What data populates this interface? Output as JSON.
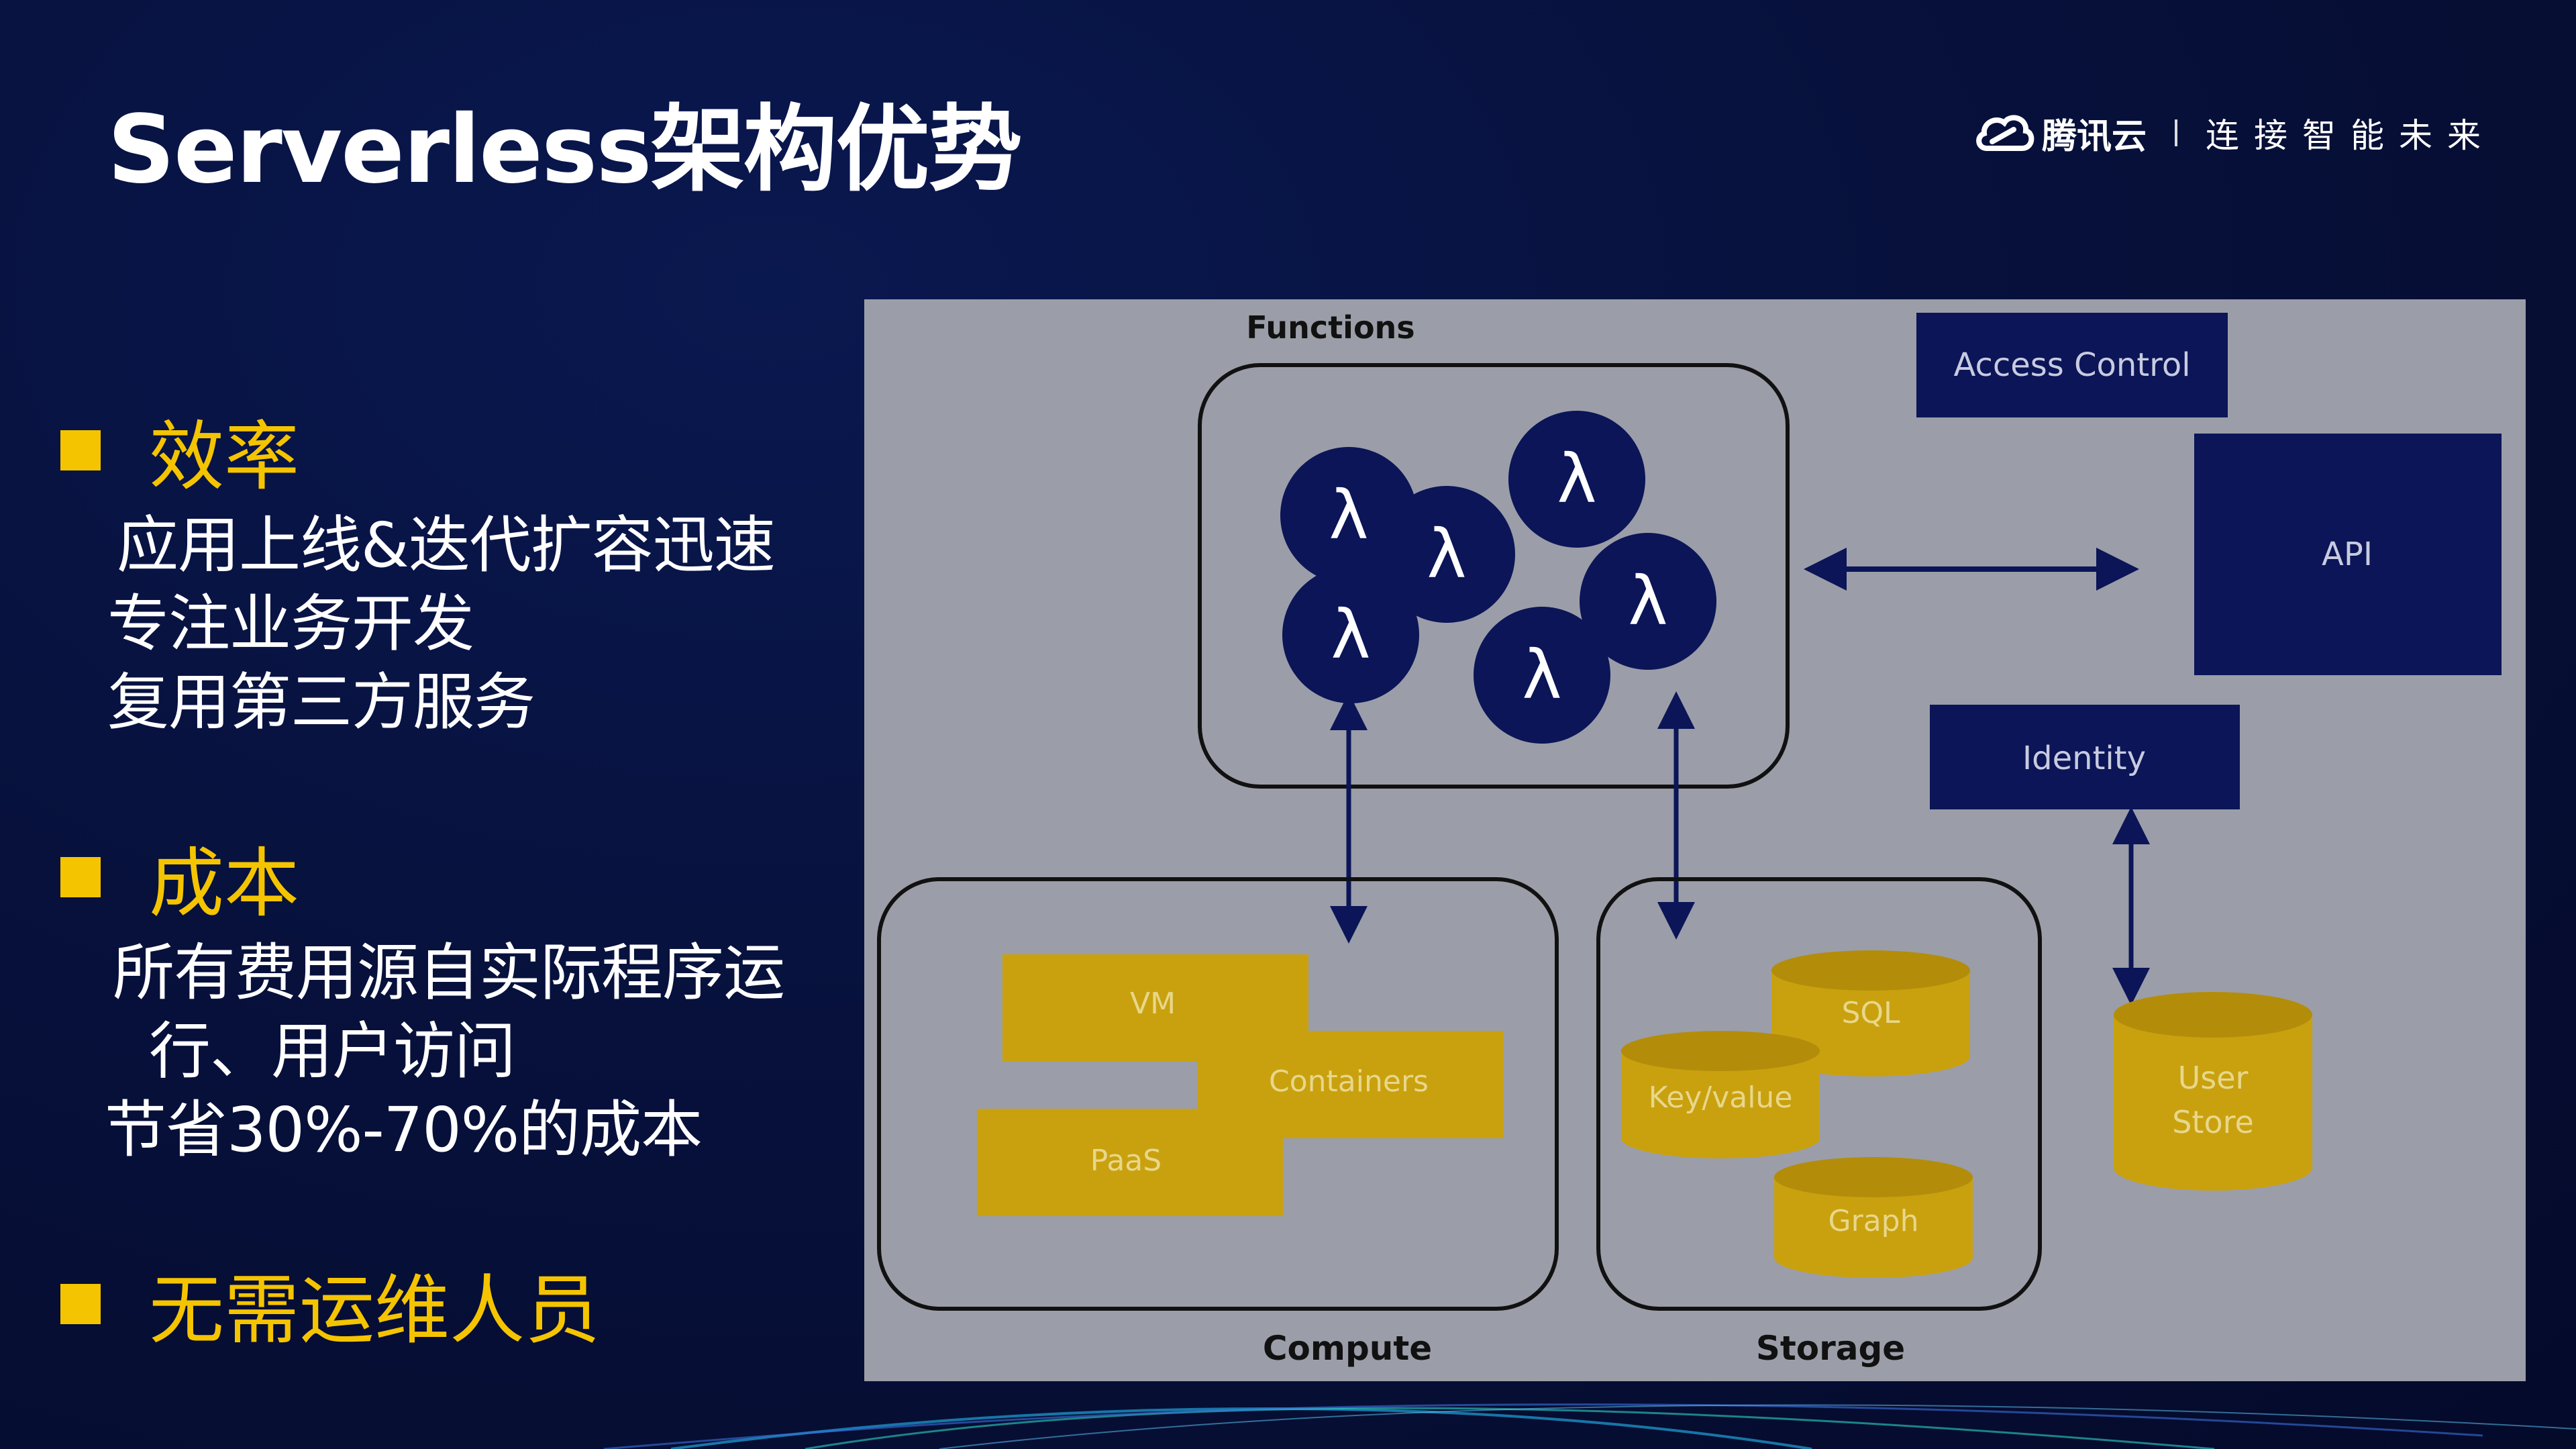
{
  "title": "Serverless架构优势",
  "brand": {
    "logo_icon": "tencent-cloud-logo-icon",
    "name": "腾讯云",
    "slogan": "连接智能未来"
  },
  "sections": [
    {
      "heading": "效率",
      "lines": [
        "应用上线&迭代扩容迅速",
        "专注业务开发",
        "复用第三方服务"
      ]
    },
    {
      "heading": "成本",
      "lines": [
        "所有费用源自实际程序运",
        "行、用户访问",
        "节省30%-70%的成本"
      ]
    },
    {
      "heading": "无需运维人员",
      "lines": []
    }
  ],
  "diagram": {
    "functions_label": "Functions",
    "lambda_symbol": "λ",
    "access_control": "Access Control",
    "api": "API",
    "identity": "Identity",
    "compute_label": "Compute",
    "storage_label": "Storage",
    "compute_items": [
      "VM",
      "Containers",
      "PaaS"
    ],
    "storage_items": [
      "SQL",
      "Key/value",
      "Graph"
    ],
    "user_store": [
      "User",
      "Store"
    ]
  },
  "colors": {
    "accent_yellow": "#f5c400",
    "navy": "#0b1557",
    "panel_gray": "#9b9ea8",
    "gold": "#c9a10f"
  }
}
